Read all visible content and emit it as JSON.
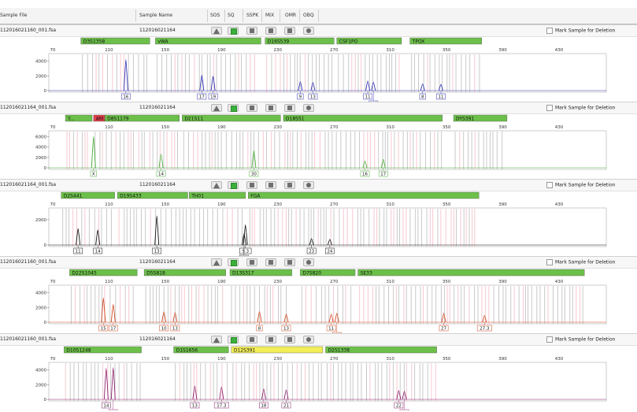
{
  "header": {
    "columns": [
      "Sample File",
      "Sample Name",
      "SOS",
      "SQ",
      "SSPK",
      "MIX",
      "OMR",
      "OBQ"
    ]
  },
  "mark_label": "Mark Sample for Deletion",
  "x_ticks": [
    70,
    110,
    150,
    190,
    230,
    270,
    310,
    350,
    390,
    430
  ],
  "quality_icons": [
    "triangle-icon",
    "green-square-icon",
    "square-icon",
    "square-icon",
    "square-icon",
    "hexagon-icon"
  ],
  "samples": [
    {
      "file": "112016021160_001.fsa",
      "name": "112016021164",
      "dye_color": "#2d2db3",
      "allele_fill": "#ffffff",
      "y_ticks": [
        4000,
        2000,
        0
      ],
      "y_max": 4800,
      "markers": [
        {
          "name": "D3S1358",
          "start": 90,
          "end": 139,
          "color": "#6cc04a"
        },
        {
          "name": "vWA",
          "start": 143,
          "end": 218,
          "color": "#6cc04a"
        },
        {
          "name": "D16S539",
          "start": 221,
          "end": 270,
          "color": "#6cc04a"
        },
        {
          "name": "CSF1PO",
          "start": 272,
          "end": 318,
          "color": "#6cc04a"
        },
        {
          "name": "TPOX",
          "start": 324,
          "end": 375,
          "color": "#6cc04a"
        }
      ],
      "peaks": [
        {
          "x": 122,
          "h": 4200,
          "label": "16",
          "row": 0
        },
        {
          "x": 176,
          "h": 2100,
          "label": "17",
          "row": 0
        },
        {
          "x": 184,
          "h": 1950,
          "label": "19",
          "row": 0
        },
        {
          "x": 246,
          "h": 1200,
          "label": "9",
          "row": 0
        },
        {
          "x": 255,
          "h": 1100,
          "label": "13",
          "row": 0
        },
        {
          "x": 294,
          "h": 1300,
          "label": "11",
          "row": 0
        },
        {
          "x": 298,
          "h": 1150,
          "label": "12",
          "row": 1
        },
        {
          "x": 333,
          "h": 900,
          "label": "8",
          "row": 0
        },
        {
          "x": 346,
          "h": 850,
          "label": "11",
          "row": 0
        }
      ]
    },
    {
      "file": "112016021164_001.fsa",
      "name": "112016021164",
      "dye_color": "#44aa33",
      "allele_fill": "#ffffff",
      "y_ticks": [
        6000,
        4000,
        2000,
        0
      ],
      "y_max": 6800,
      "markers": [
        {
          "name": "Y...",
          "start": 79,
          "end": 98,
          "color": "#6cc04a"
        },
        {
          "name": "AM...",
          "start": 99,
          "end": 107,
          "color": "#e0404a"
        },
        {
          "name": "D8S1179",
          "start": 107,
          "end": 160,
          "color": "#6cc04a"
        },
        {
          "name": "D21S11",
          "start": 162,
          "end": 232,
          "color": "#6cc04a"
        },
        {
          "name": "D18S51",
          "start": 234,
          "end": 347,
          "color": "#6cc04a"
        },
        {
          "name": "DYS391",
          "start": 355,
          "end": 393,
          "color": "#6cc04a"
        }
      ],
      "peaks": [
        {
          "x": 99,
          "h": 6000,
          "label": "X",
          "row": 0
        },
        {
          "x": 147,
          "h": 2600,
          "label": "14",
          "row": 0
        },
        {
          "x": 213,
          "h": 3300,
          "label": "30",
          "row": 0
        },
        {
          "x": 292,
          "h": 1300,
          "label": "16",
          "row": 0
        },
        {
          "x": 305,
          "h": 1600,
          "label": "17",
          "row": 0
        }
      ]
    },
    {
      "file": "112016021164_001.fsa",
      "name": "112016021164",
      "dye_color": "#111111",
      "allele_fill": "#ffffff",
      "y_ticks": [
        2000,
        0
      ],
      "y_max": 2800,
      "markers": [
        {
          "name": "D2S441",
          "start": 76,
          "end": 114,
          "color": "#6cc04a"
        },
        {
          "name": "D19S433",
          "start": 116,
          "end": 166,
          "color": "#6cc04a"
        },
        {
          "name": "TH01",
          "start": 167,
          "end": 207,
          "color": "#6cc04a"
        },
        {
          "name": "FGA",
          "start": 209,
          "end": 373,
          "color": "#6cc04a"
        }
      ],
      "peaks": [
        {
          "x": 88,
          "h": 1300,
          "label": "11",
          "row": 0
        },
        {
          "x": 102,
          "h": 1200,
          "label": "14",
          "row": 0
        },
        {
          "x": 144,
          "h": 2300,
          "label": "13",
          "row": 0
        },
        {
          "x": 207,
          "h": 1600,
          "label": "9.3",
          "row": 0
        },
        {
          "x": 206,
          "h": 900,
          "label": "10",
          "row": 1
        },
        {
          "x": 254,
          "h": 500,
          "label": "23",
          "row": 0
        },
        {
          "x": 267,
          "h": 450,
          "label": "24",
          "row": 0
        }
      ]
    },
    {
      "file": "112016021160_001.fsa",
      "name": "112016021164",
      "dye_color": "#d0451c",
      "allele_fill": "#ffffff",
      "y_ticks": [
        4000,
        2000,
        0
      ],
      "y_max": 4800,
      "markers": [
        {
          "name": "D22S1045",
          "start": 82,
          "end": 130,
          "color": "#6cc04a"
        },
        {
          "name": "D5S818",
          "start": 135,
          "end": 193,
          "color": "#6cc04a"
        },
        {
          "name": "D13S317",
          "start": 196,
          "end": 240,
          "color": "#6cc04a"
        },
        {
          "name": "D7S820",
          "start": 246,
          "end": 285,
          "color": "#6cc04a"
        },
        {
          "name": "SE33",
          "start": 287,
          "end": 448,
          "color": "#6cc04a"
        }
      ],
      "peaks": [
        {
          "x": 106,
          "h": 3300,
          "label": "15",
          "row": 0
        },
        {
          "x": 113,
          "h": 2400,
          "label": "17",
          "row": 0
        },
        {
          "x": 149,
          "h": 1400,
          "label": "10",
          "row": 0
        },
        {
          "x": 157,
          "h": 1300,
          "label": "13",
          "row": 0
        },
        {
          "x": 217,
          "h": 1450,
          "label": "8",
          "row": 0
        },
        {
          "x": 236,
          "h": 1100,
          "label": "13",
          "row": 0
        },
        {
          "x": 268,
          "h": 1100,
          "label": "11",
          "row": 0
        },
        {
          "x": 272,
          "h": 1200,
          "label": "12",
          "row": 1
        },
        {
          "x": 348,
          "h": 1200,
          "label": "27",
          "row": 0
        },
        {
          "x": 377,
          "h": 900,
          "label": "27.3",
          "row": 0
        }
      ]
    },
    {
      "file": "112016021160_001.fsa",
      "name": "112016021164",
      "dye_color": "#8b1a6a",
      "allele_fill": "#ffffff",
      "y_ticks": [
        4000,
        2000,
        0
      ],
      "y_max": 4800,
      "markers": [
        {
          "name": "D10S1248",
          "start": 78,
          "end": 133,
          "color": "#6cc04a"
        },
        {
          "name": "D1S1656",
          "start": 156,
          "end": 195,
          "color": "#6cc04a"
        },
        {
          "name": "D12S391",
          "start": 197,
          "end": 262,
          "color": "#f2ee58"
        },
        {
          "name": "D2S1338",
          "start": 264,
          "end": 343,
          "color": "#6cc04a"
        }
      ],
      "peaks": [
        {
          "x": 108,
          "h": 4200,
          "label": "14",
          "row": 0
        },
        {
          "x": 113,
          "h": 4300,
          "label": "15",
          "row": 1
        },
        {
          "x": 171,
          "h": 1800,
          "label": "13",
          "row": 0
        },
        {
          "x": 190,
          "h": 1700,
          "label": "17.3",
          "row": 0
        },
        {
          "x": 220,
          "h": 1400,
          "label": "18",
          "row": 0
        },
        {
          "x": 236,
          "h": 1300,
          "label": "21",
          "row": 0
        },
        {
          "x": 316,
          "h": 1200,
          "label": "22",
          "row": 0
        },
        {
          "x": 320,
          "h": 1100,
          "label": "23",
          "row": 1
        }
      ]
    }
  ]
}
